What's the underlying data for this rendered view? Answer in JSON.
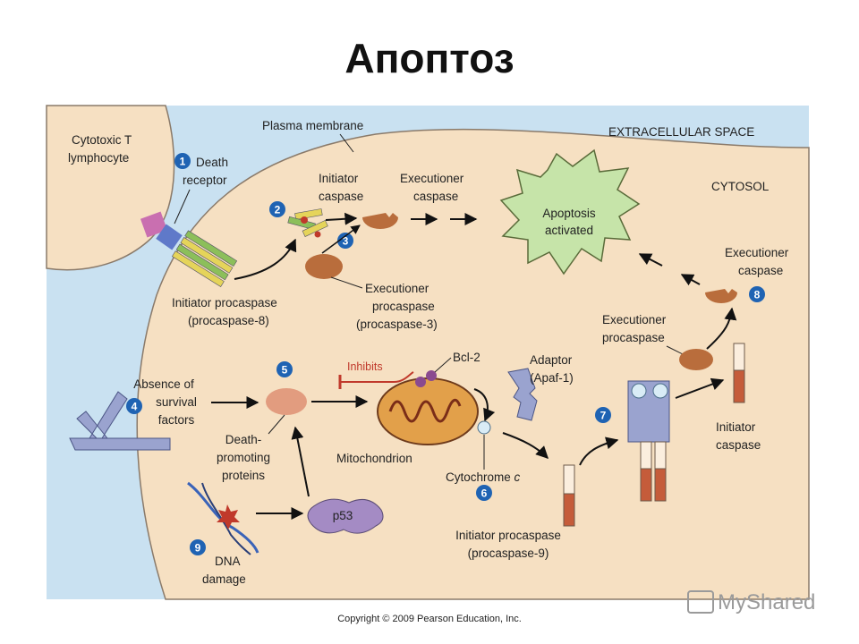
{
  "title": "Апоптоз",
  "regions": {
    "plasma_membrane": "Plasma membrane",
    "extracellular": "EXTRACELLULAR SPACE",
    "cytosol": "CYTOSOL"
  },
  "cell": {
    "line1": "Cytotoxic T",
    "line2": "lymphocyte"
  },
  "steps": {
    "s1": {
      "num": "1",
      "line1": "Death",
      "line2": "receptor"
    },
    "s2": {
      "num": "2",
      "line1": "Initiator",
      "line2": "caspase"
    },
    "s3": {
      "num": "3"
    },
    "s4": {
      "num": "4",
      "line1": "Absence of",
      "line2": "survival",
      "line3": "factors"
    },
    "s5": {
      "num": "5"
    },
    "s6": {
      "num": "6"
    },
    "s7": {
      "num": "7"
    },
    "s8": {
      "num": "8"
    },
    "s9": {
      "num": "9",
      "line1": "DNA",
      "line2": "damage"
    }
  },
  "labels": {
    "initiator_procaspase8": {
      "line1": "Initiator procaspase",
      "line2": "(procaspase-8)"
    },
    "executioner_caspase_top": {
      "line1": "Executioner",
      "line2": "caspase"
    },
    "executioner_procaspase3": {
      "line1": "Executioner",
      "line2": "procaspase",
      "line3": "(procaspase-3)"
    },
    "apoptosis": {
      "line1": "Apoptosis",
      "line2": "activated"
    },
    "executioner_caspase_right": {
      "line1": "Executioner",
      "line2": "caspase"
    },
    "executioner_procaspase_right": {
      "line1": "Executioner",
      "line2": "procaspase"
    },
    "inhibits": "Inhibits",
    "bcl2": "Bcl-2",
    "adaptor": {
      "line1": "Adaptor",
      "line2": "(Apaf-1)"
    },
    "death_promoting": {
      "line1": "Death-",
      "line2": "promoting",
      "line3": "proteins"
    },
    "mitochondrion": "Mitochondrion",
    "cytochrome": {
      "text": "Cytochrome ",
      "italic": "c"
    },
    "initiator_caspase_right": {
      "line1": "Initiator",
      "line2": "caspase"
    },
    "initiator_procaspase9": {
      "line1": "Initiator procaspase",
      "line2": "(procaspase-9)"
    },
    "p53": "p53"
  },
  "copyright": "Copyright © 2009 Pearson Education, Inc.",
  "watermark": "MyShared",
  "colors": {
    "extracellular": "#c9e1f1",
    "cytosol": "#f6e0c2",
    "step_badge": "#1f63b3",
    "caspase": "#b96d3c",
    "inhibits": "#c0392b",
    "apoptosis_burst": "#c6e4a9"
  }
}
